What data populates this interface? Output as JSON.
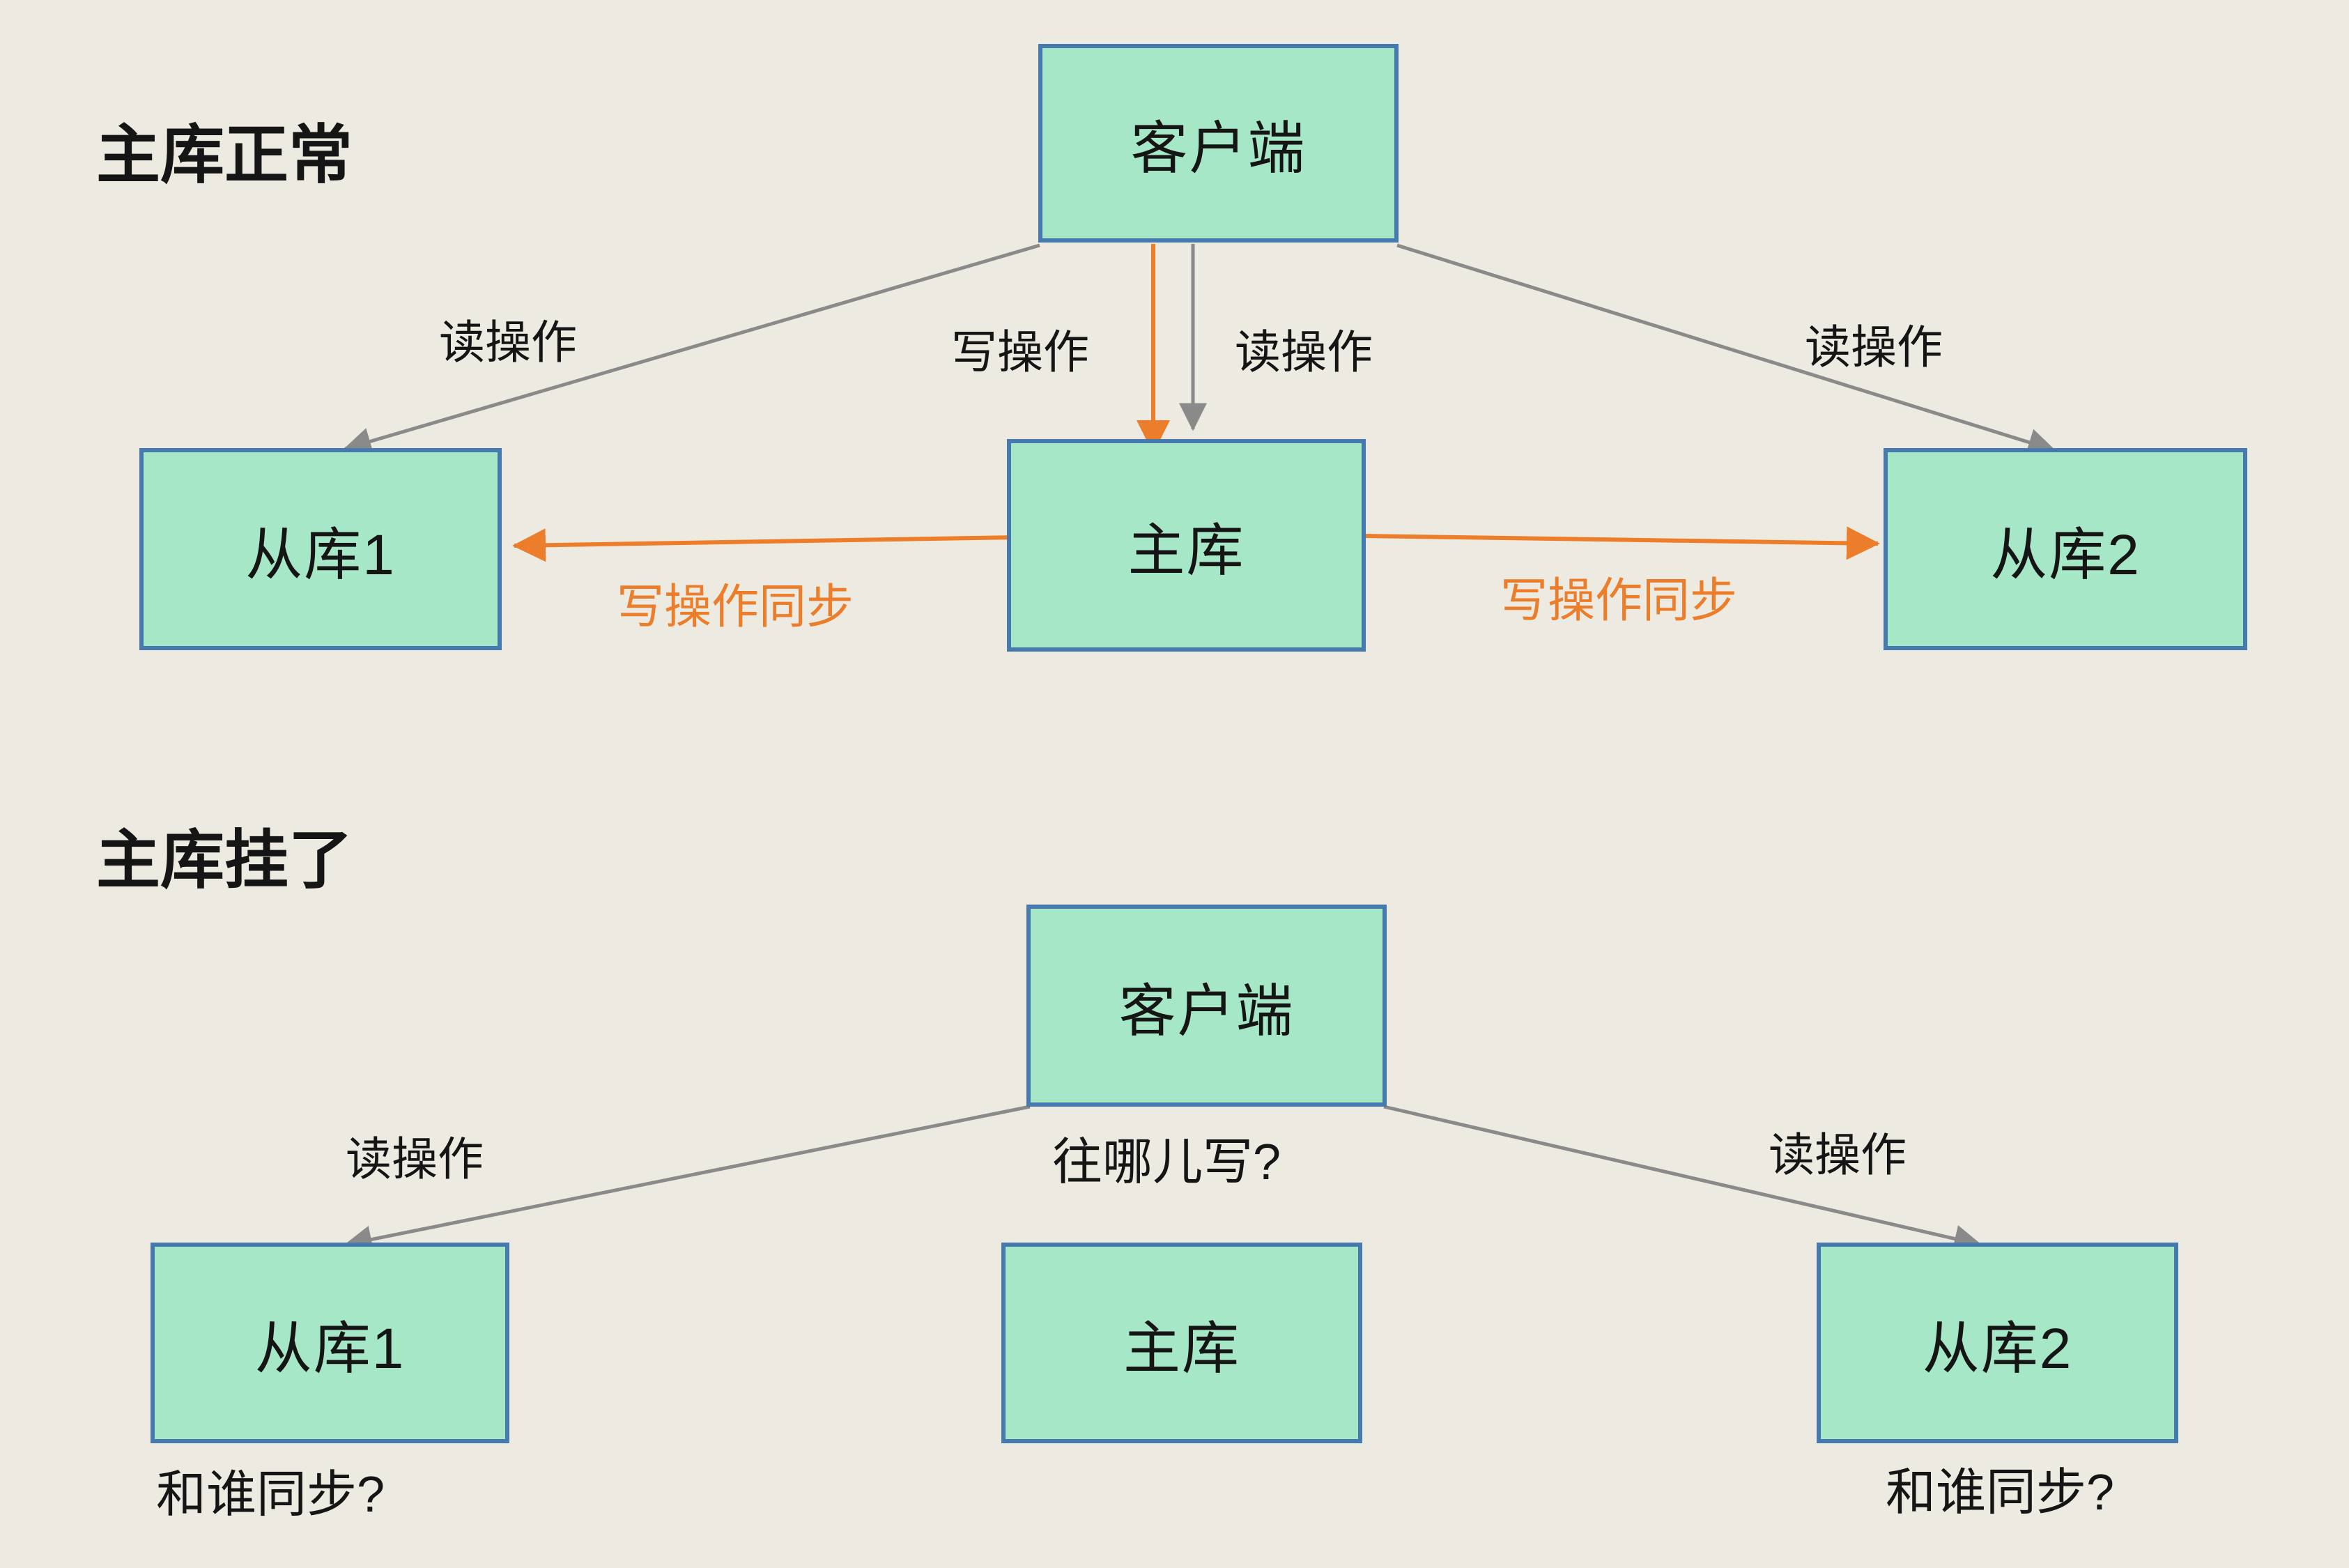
{
  "colors": {
    "background": "#edebe1",
    "node_fill": "#a5e7c6",
    "node_border": "#4679ae",
    "edge_gray": "#8a8a8a",
    "edge_orange": "#ec7d2b",
    "text": "#151515"
  },
  "sections": [
    {
      "title": "主库正常",
      "nodes": {
        "client": "客户端",
        "slave1": "从库1",
        "master": "主库",
        "slave2": "从库2"
      },
      "edges": {
        "read_left": "读操作",
        "write": "写操作",
        "read_mid": "读操作",
        "read_right": "读操作",
        "sync_left": "写操作同步",
        "sync_right": "写操作同步"
      }
    },
    {
      "title": "主库挂了",
      "nodes": {
        "client": "客户端",
        "slave1": "从库1",
        "master": "主库",
        "slave2": "从库2"
      },
      "labels": {
        "read_left": "读操作",
        "write_question": "往哪儿写?",
        "read_right": "读操作",
        "sync_question_left": "和谁同步?",
        "sync_question_right": "和谁同步?"
      }
    }
  ]
}
